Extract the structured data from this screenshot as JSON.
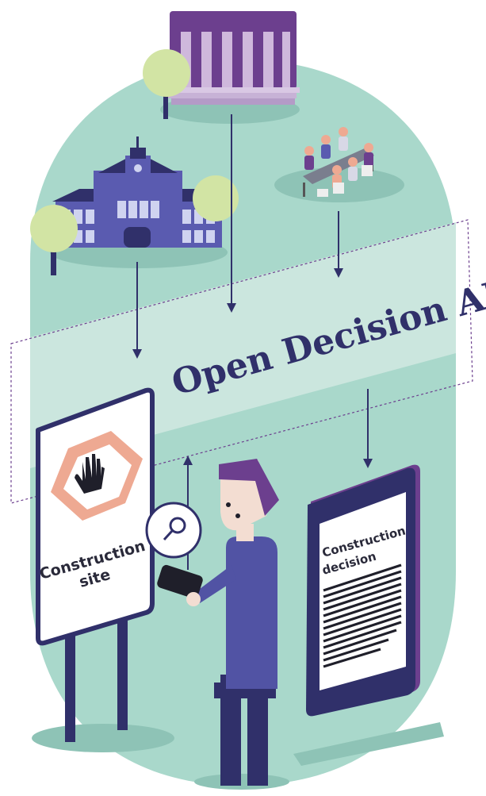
{
  "diagram": {
    "api_label": "Open Decision API",
    "sign": {
      "line1": "Construction",
      "line2": "site",
      "icon": "stop-hand-icon"
    },
    "document": {
      "line1": "Construction",
      "line2": "decision"
    },
    "sources": [
      "government-building-icon",
      "city-hall-icon",
      "council-meeting-icon"
    ],
    "search_icon": "magnifier-icon",
    "colors": {
      "background_mint": "#a9d8cb",
      "band_light": "#cbe6de",
      "navy": "#30306a",
      "purple": "#6c3f8e",
      "building_blue": "#5a5bb0",
      "tree_green": "#d2e4a4",
      "hexagon_salmon": "#eea992",
      "figure_blue": "#5153a4"
    }
  }
}
